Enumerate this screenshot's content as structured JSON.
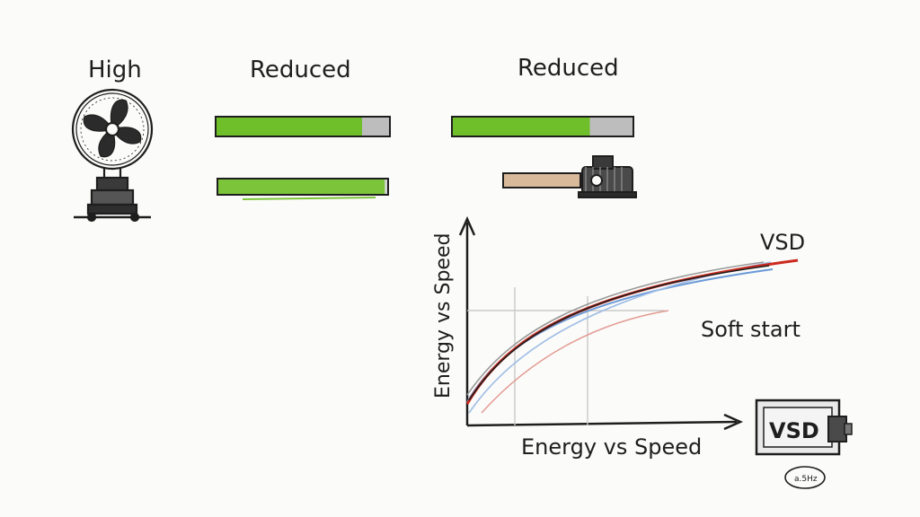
{
  "labels": {
    "high": "High",
    "reduced_1": "Reduced",
    "reduced_2": "Reduced",
    "vsd": "VSD",
    "soft_start": "Soft start",
    "y_axis": "Energy vs Speed",
    "x_axis": "Energy vs Speed",
    "vsd_box": "VSD",
    "small_tag": "a.5Hz"
  },
  "bars": [
    {
      "name": "bar-reduced-top",
      "fill_fraction": 0.84,
      "color": "#6fbf2a"
    },
    {
      "name": "bar-reduced-bottom",
      "fill_fraction": 0.98,
      "color": "#7cc43a"
    },
    {
      "name": "bar-reduced2-top",
      "fill_fraction": 0.76,
      "color": "#6fbf2a"
    },
    {
      "name": "bar-motor-shaft",
      "fill_fraction": 1.0,
      "color": "#d8b999"
    }
  ],
  "icons": [
    "fan-icon",
    "motor-icon",
    "vsd-drive-icon"
  ],
  "colors": {
    "ink": "#1e1e1e",
    "red_curve": "#cc2a1f",
    "blue_curve": "#5a8fd6",
    "green_bar": "#6fbf2a",
    "grey_empty": "#bdbdbd"
  }
}
